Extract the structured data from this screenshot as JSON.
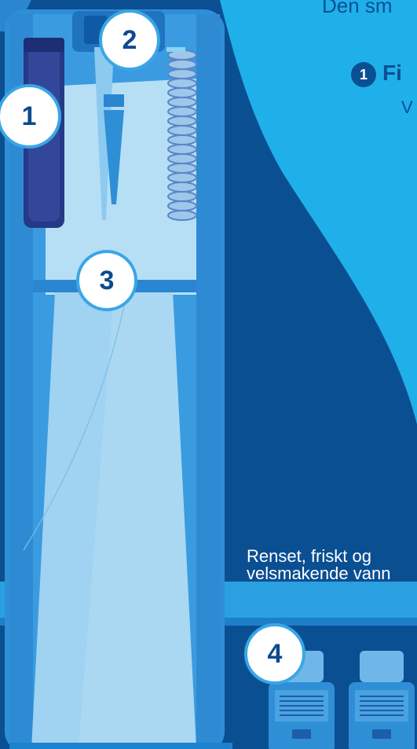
{
  "intro_text": "Den sm",
  "step1": {
    "badge": "1",
    "title": "Fi",
    "body": "V"
  },
  "badges": {
    "b1": "1",
    "b2": "2",
    "b3": "3",
    "b4": "4"
  },
  "caption": "Renset, friskt og velsmakende vann",
  "colors": {
    "dark_blue": "#0b4f93",
    "mid_blue": "#2a86d0",
    "light_blue": "#1fb0ea",
    "pale_blue": "#a9dbf5",
    "badge_ring": "#3aa6e6"
  }
}
